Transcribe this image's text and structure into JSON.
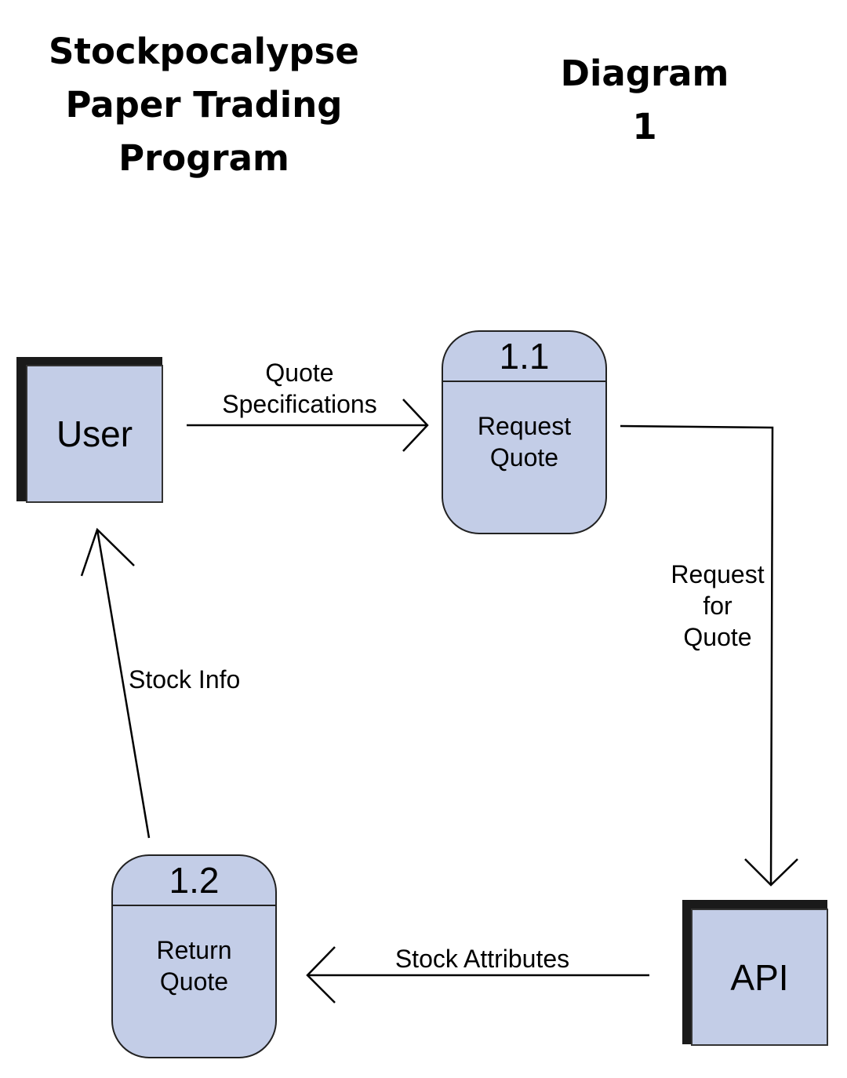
{
  "title": {
    "line1": "Stockpocalypse",
    "line2": "Paper Trading",
    "line3": "Program"
  },
  "diagram_label": {
    "line1": "Diagram",
    "line2": "1"
  },
  "entities": {
    "user": "User",
    "api": "API"
  },
  "processes": {
    "p1": {
      "id": "1.1",
      "name_line1": "Request",
      "name_line2": "Quote"
    },
    "p2": {
      "id": "1.2",
      "name_line1": "Return",
      "name_line2": "Quote"
    }
  },
  "flows": {
    "quote_specs": {
      "line1": "Quote",
      "line2": "Specifications"
    },
    "request_for_quote": {
      "line1": "Request",
      "line2": "for",
      "line3": "Quote"
    },
    "stock_attributes": "Stock Attributes",
    "stock_info": "Stock Info"
  },
  "colors": {
    "box_fill": "#c3cde7",
    "shadow": "#1a1a1a",
    "line": "#000000"
  }
}
